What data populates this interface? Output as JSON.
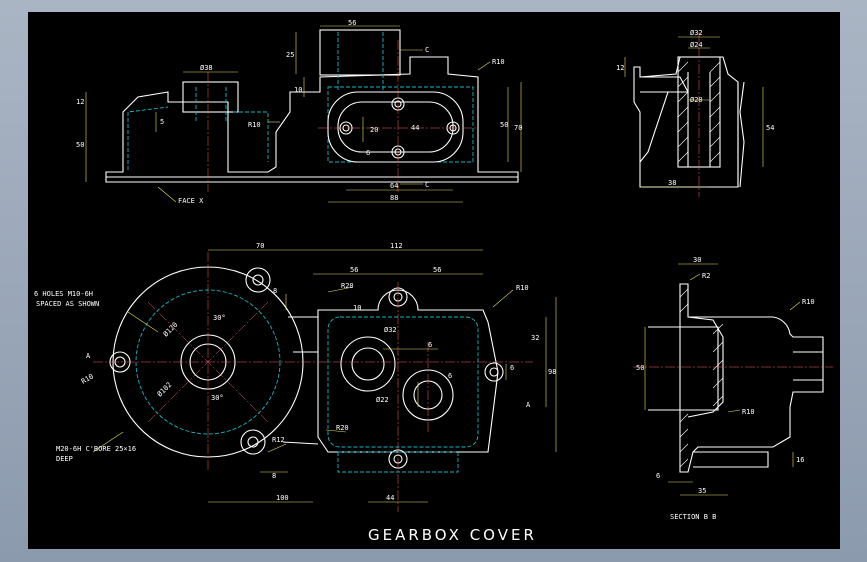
{
  "title": "GEARBOX COVER",
  "section_title": "SECTION B B",
  "front_view": {
    "dims": [
      "56",
      "25",
      "10",
      "Ø38",
      "12",
      "5",
      "50",
      "R10",
      "C",
      "C",
      "R10",
      "20",
      "44",
      "6",
      "50",
      "70",
      "64",
      "88",
      "FACE X"
    ]
  },
  "side_view": {
    "dims": [
      "Ø32",
      "Ø24",
      "12",
      "Ø20",
      "54",
      "38"
    ]
  },
  "plan_view": {
    "dims": [
      "70",
      "112",
      "56",
      "56",
      "R20",
      "R10",
      "6 HOLES M10-6H",
      "SPACED AS SHOWN",
      "8",
      "30°",
      "Ø120",
      "10",
      "Ø32",
      "6",
      "32",
      "98",
      "A",
      "A",
      "R10",
      "Ø102",
      "30°",
      "6",
      "Ø22",
      "6",
      "R12",
      "R20",
      "M20-6H C'BORE 25×16",
      "DEEP",
      "8",
      "100",
      "44"
    ]
  },
  "section_view": {
    "dims": [
      "30",
      "R2",
      "R10",
      "50",
      "R10",
      "16",
      "6",
      "35"
    ]
  }
}
